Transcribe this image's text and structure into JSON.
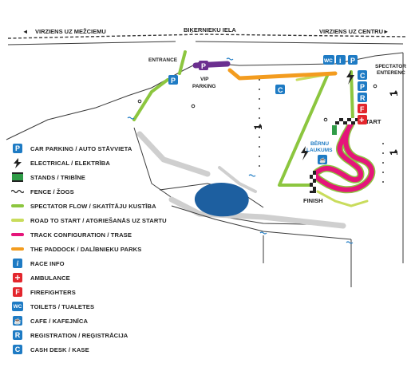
{
  "map": {
    "roads": {
      "top_left": "VIRZIENS UZ MEŽCIEMU",
      "top_center": "BIĶERNIEKU IELA",
      "top_right": "VIRZIENS UZ CENTRU"
    },
    "places": {
      "entrance": "ENTRANCE",
      "vip_parking_1": "VIP",
      "vip_parking_2": "PARKING",
      "spectator_entrance_1": "SPECTATOR",
      "spectator_entrance_2": "ENTERENC",
      "start": "START",
      "finish": "FINISH",
      "kids_area_1": "BĒRNU",
      "kids_area_2": "LAUKUMS"
    }
  },
  "colors": {
    "blue": "#1e7bc4",
    "spectator_flow": "#8cc63f",
    "road_to_start": "#c9dc5c",
    "track": "#e5157a",
    "paddock": "#f39c1f",
    "vip": "#6b2f8f",
    "ambulance": "#e3262d",
    "fence": "#3a3a3a",
    "road": "#cfcfcf",
    "lake": "#1d5fa0"
  },
  "legend": [
    {
      "icon": "parking-icon",
      "label": "CAR PARKING / AUTO STĀVVIETA"
    },
    {
      "icon": "electrical-icon",
      "label": "ELECTRICAL / ELEKTRĪBA"
    },
    {
      "icon": "stands-icon",
      "label": "STANDS / TRIBĪNE"
    },
    {
      "icon": "fence-icon",
      "label": "FENCE / ŽOGS"
    },
    {
      "icon": "spectator-flow-icon",
      "label": "SPECTATOR FLOW / SKATĪTĀJU KUSTĪBA"
    },
    {
      "icon": "road-to-start-icon",
      "label": "ROAD TO START / ATGRIEŠANĀS UZ STARTU"
    },
    {
      "icon": "track-icon",
      "label": "TRACK CONFIGURATION / TRASE"
    },
    {
      "icon": "paddock-icon",
      "label": "THE PADDOCK / DALĪBNIEKU PARKS"
    },
    {
      "icon": "info-icon",
      "label": "RACE INFO"
    },
    {
      "icon": "ambulance-icon",
      "label": "AMBULANCE"
    },
    {
      "icon": "firefighters-icon",
      "label": "FIREFIGHTERS"
    },
    {
      "icon": "toilets-icon",
      "label": "TOILETS / TUALETES"
    },
    {
      "icon": "cafe-icon",
      "label": "CAFE / KAFEJNĪCA"
    },
    {
      "icon": "registration-icon",
      "label": "REGISTRATION / REĢISTRĀCIJA"
    },
    {
      "icon": "cash-desk-icon",
      "label": "CASH DESK / KASE"
    }
  ],
  "glyphs": {
    "parking": "P",
    "info": "i",
    "ambulance": "+",
    "firefighters": "F",
    "toilets": "WC",
    "registration": "R",
    "cash_desk": "C",
    "arrow_left": "◄",
    "arrow_right": "►"
  }
}
